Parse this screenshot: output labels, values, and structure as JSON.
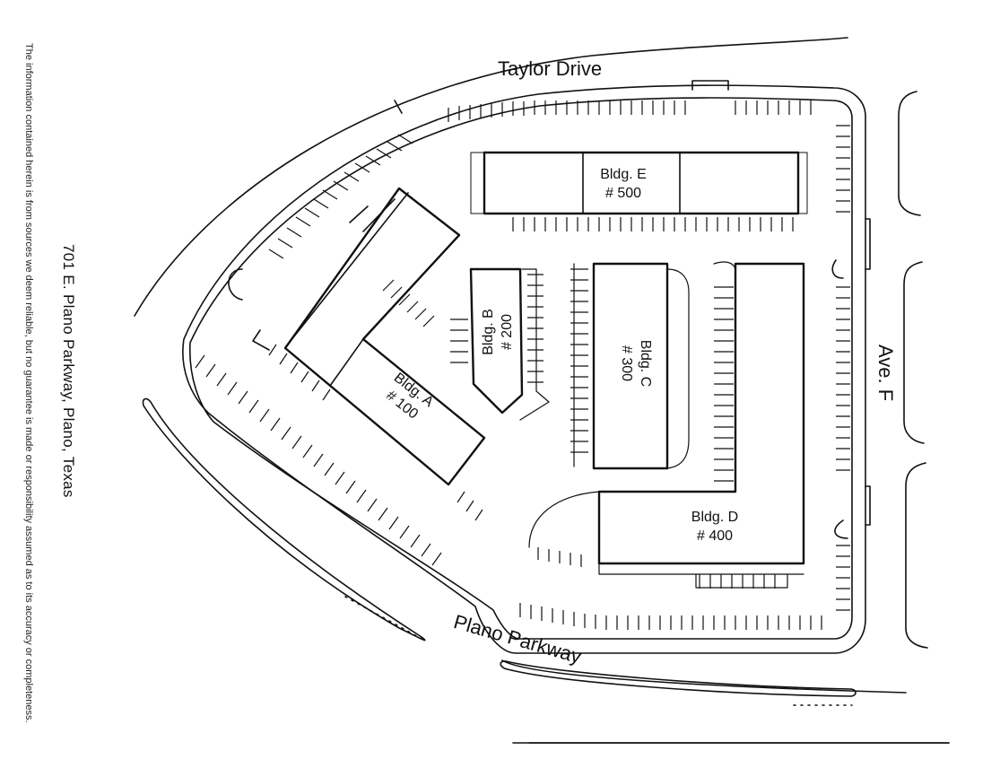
{
  "disclaimer": "The information contained herein is from sources we deem reliable, but no guarantee is made or responsibility assumed as to its accuracy or completeness.",
  "address": "701 E. Plano Parkway, Plano, Texas",
  "roads": {
    "taylor": "Taylor Drive",
    "plano": "Plano Parkway",
    "ave_f": "Ave. F"
  },
  "buildings": {
    "a": {
      "name": "Bldg. A",
      "number": "# 100"
    },
    "b": {
      "name": "Bldg. B",
      "number": "# 200"
    },
    "c": {
      "name": "Bldg. C",
      "number": "# 300"
    },
    "d": {
      "name": "Bldg. D",
      "number": "# 400"
    },
    "e": {
      "name": "Bldg. E",
      "number": "# 500"
    }
  }
}
